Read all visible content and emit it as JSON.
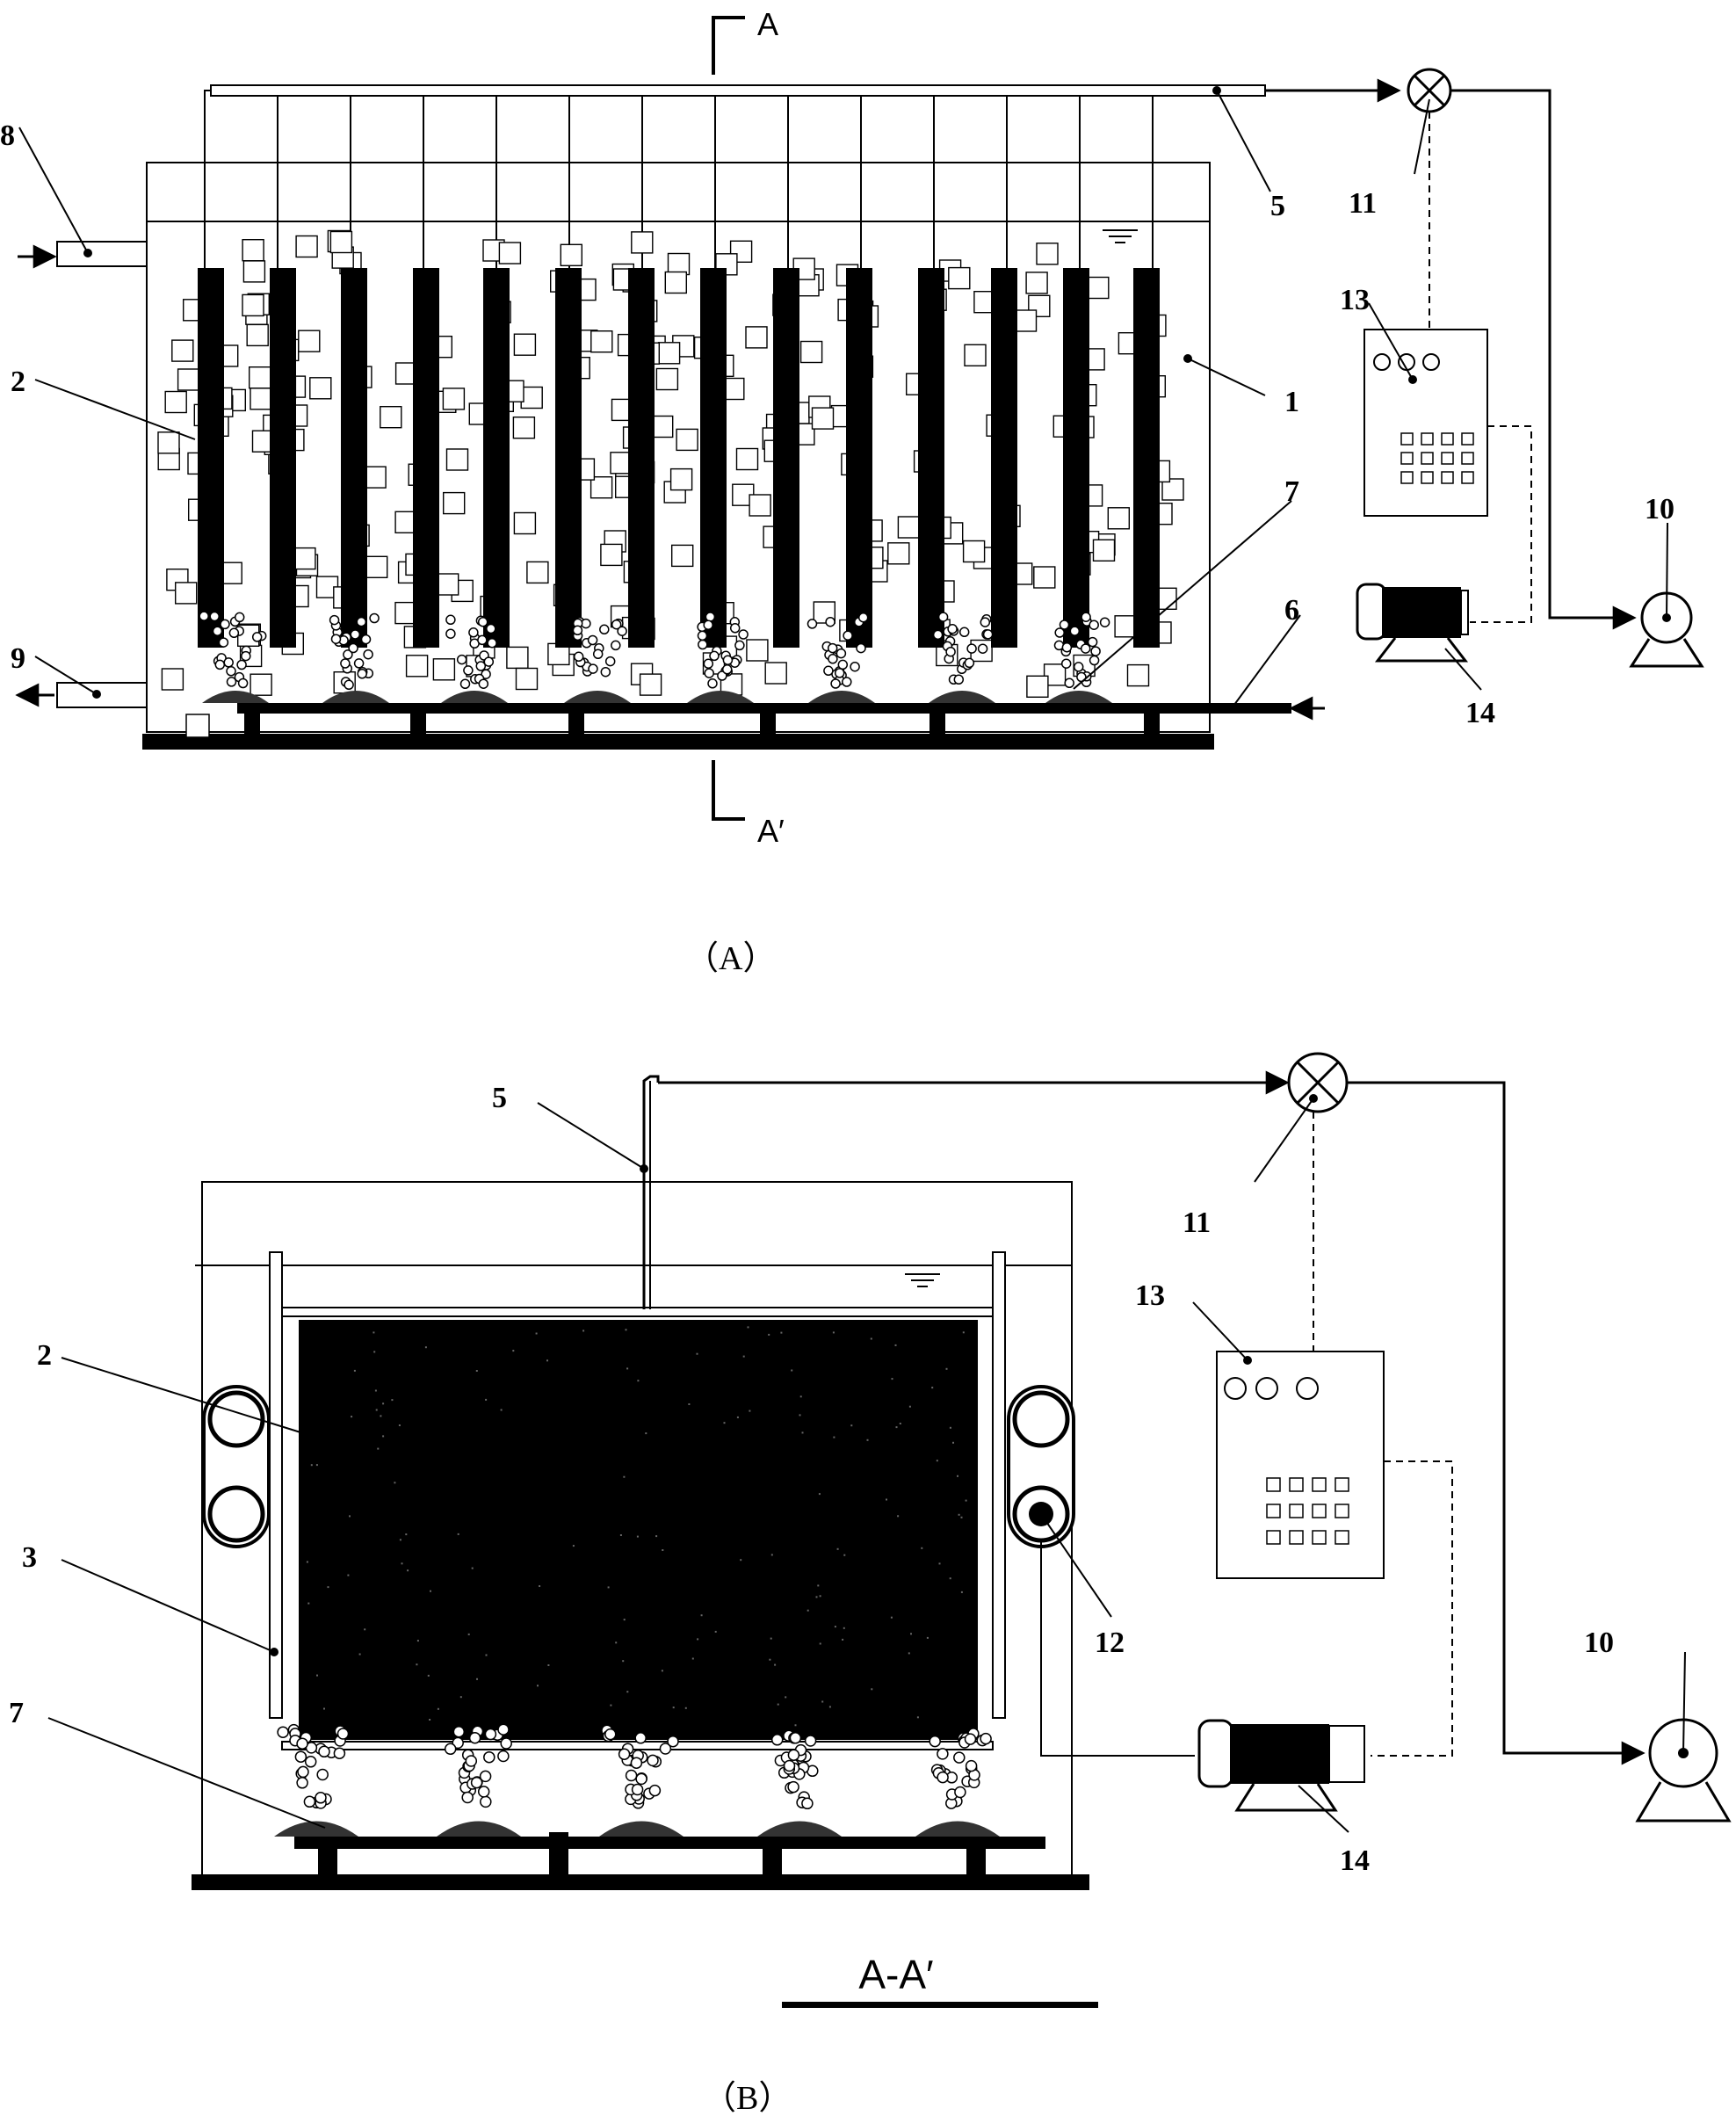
{
  "figure_a": {
    "caption": "（A）",
    "section_mark_top": "A",
    "section_mark_bottom": "A′",
    "labels": {
      "l1": "1",
      "l2": "2",
      "l5": "5",
      "l6": "6",
      "l7": "7",
      "l8": "8",
      "l9": "9",
      "l10": "10",
      "l11": "11",
      "l13": "13",
      "l14": "14"
    }
  },
  "figure_b": {
    "caption": "（B）",
    "section_title": "A-A′",
    "labels": {
      "l2": "2",
      "l3": "3",
      "l5": "5",
      "l7": "7",
      "l10": "10",
      "l11": "11",
      "l12": "12",
      "l13": "13",
      "l14": "14"
    }
  },
  "icons": [
    "valve-icon",
    "pump-icon",
    "motor-icon",
    "control-box-icon",
    "aerator-icon",
    "pulley-icon",
    "water-level-icon"
  ],
  "colors": {
    "line": "#000000",
    "background": "#ffffff",
    "membrane": "#000000"
  }
}
